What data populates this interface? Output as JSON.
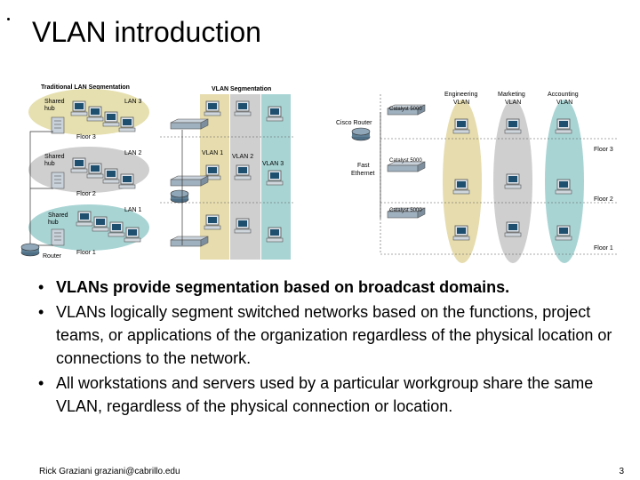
{
  "title": "VLAN introduction",
  "diagram": {
    "left_title": "Traditional LAN Segmentation",
    "mid_title": "VLAN Segmentation",
    "lan3": "LAN 3",
    "lan2": "LAN 2",
    "lan1": "LAN 1",
    "shared_hub": "Shared",
    "hub": "hub",
    "floor3": "Floor 3",
    "floor2": "Floor 2",
    "floor1": "Floor 1",
    "router": "Router",
    "vlan1": "VLAN 1",
    "vlan2": "VLAN 2",
    "vlan3": "VLAN 3",
    "engineering": "Engineering",
    "marketing": "Marketing",
    "accounting": "Accounting",
    "vlan": "VLAN",
    "cisco_router": "Cisco Router",
    "catalyst": "Catalyst 5000",
    "fast": "Fast",
    "ethernet": "Ethernet"
  },
  "bullets": [
    {
      "text": "VLANs provide segmentation based on broadcast domains."
    },
    {
      "text": "VLANs logically segment switched networks based on the functions, project teams, or applications of the organization regardless of the physical location or connections to the network."
    },
    {
      "text": "All workstations and servers used by a particular workgroup share the same VLAN, regardless of the physical connection or location."
    }
  ],
  "footer": "Rick Graziani  graziani@cabrillo.edu",
  "page_number": "3"
}
